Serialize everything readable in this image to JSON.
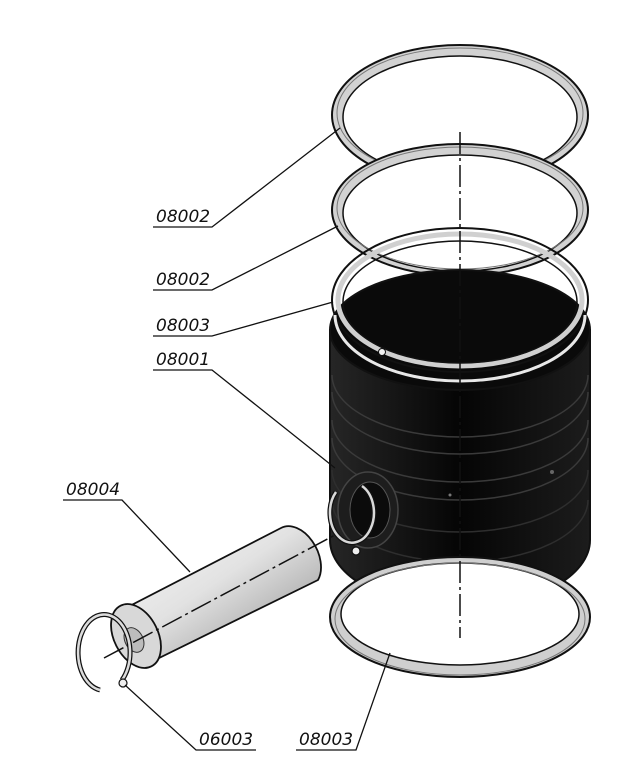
{
  "colors": {
    "background": "#ffffff",
    "line": "#111111",
    "piston_body": "#0d0d0d",
    "ring_face": "#d4d4d4",
    "pin_light": "#eeeeee",
    "pin_dark": "#7d7d7d"
  },
  "callouts": [
    {
      "id": "ring-top",
      "text": "08002"
    },
    {
      "id": "ring-second",
      "text": "08002"
    },
    {
      "id": "ring-oil",
      "text": "08003"
    },
    {
      "id": "piston",
      "text": "08001"
    },
    {
      "id": "pin",
      "text": "08004"
    },
    {
      "id": "circlip",
      "text": "06003"
    },
    {
      "id": "ring-bottom",
      "text": "08003"
    }
  ]
}
